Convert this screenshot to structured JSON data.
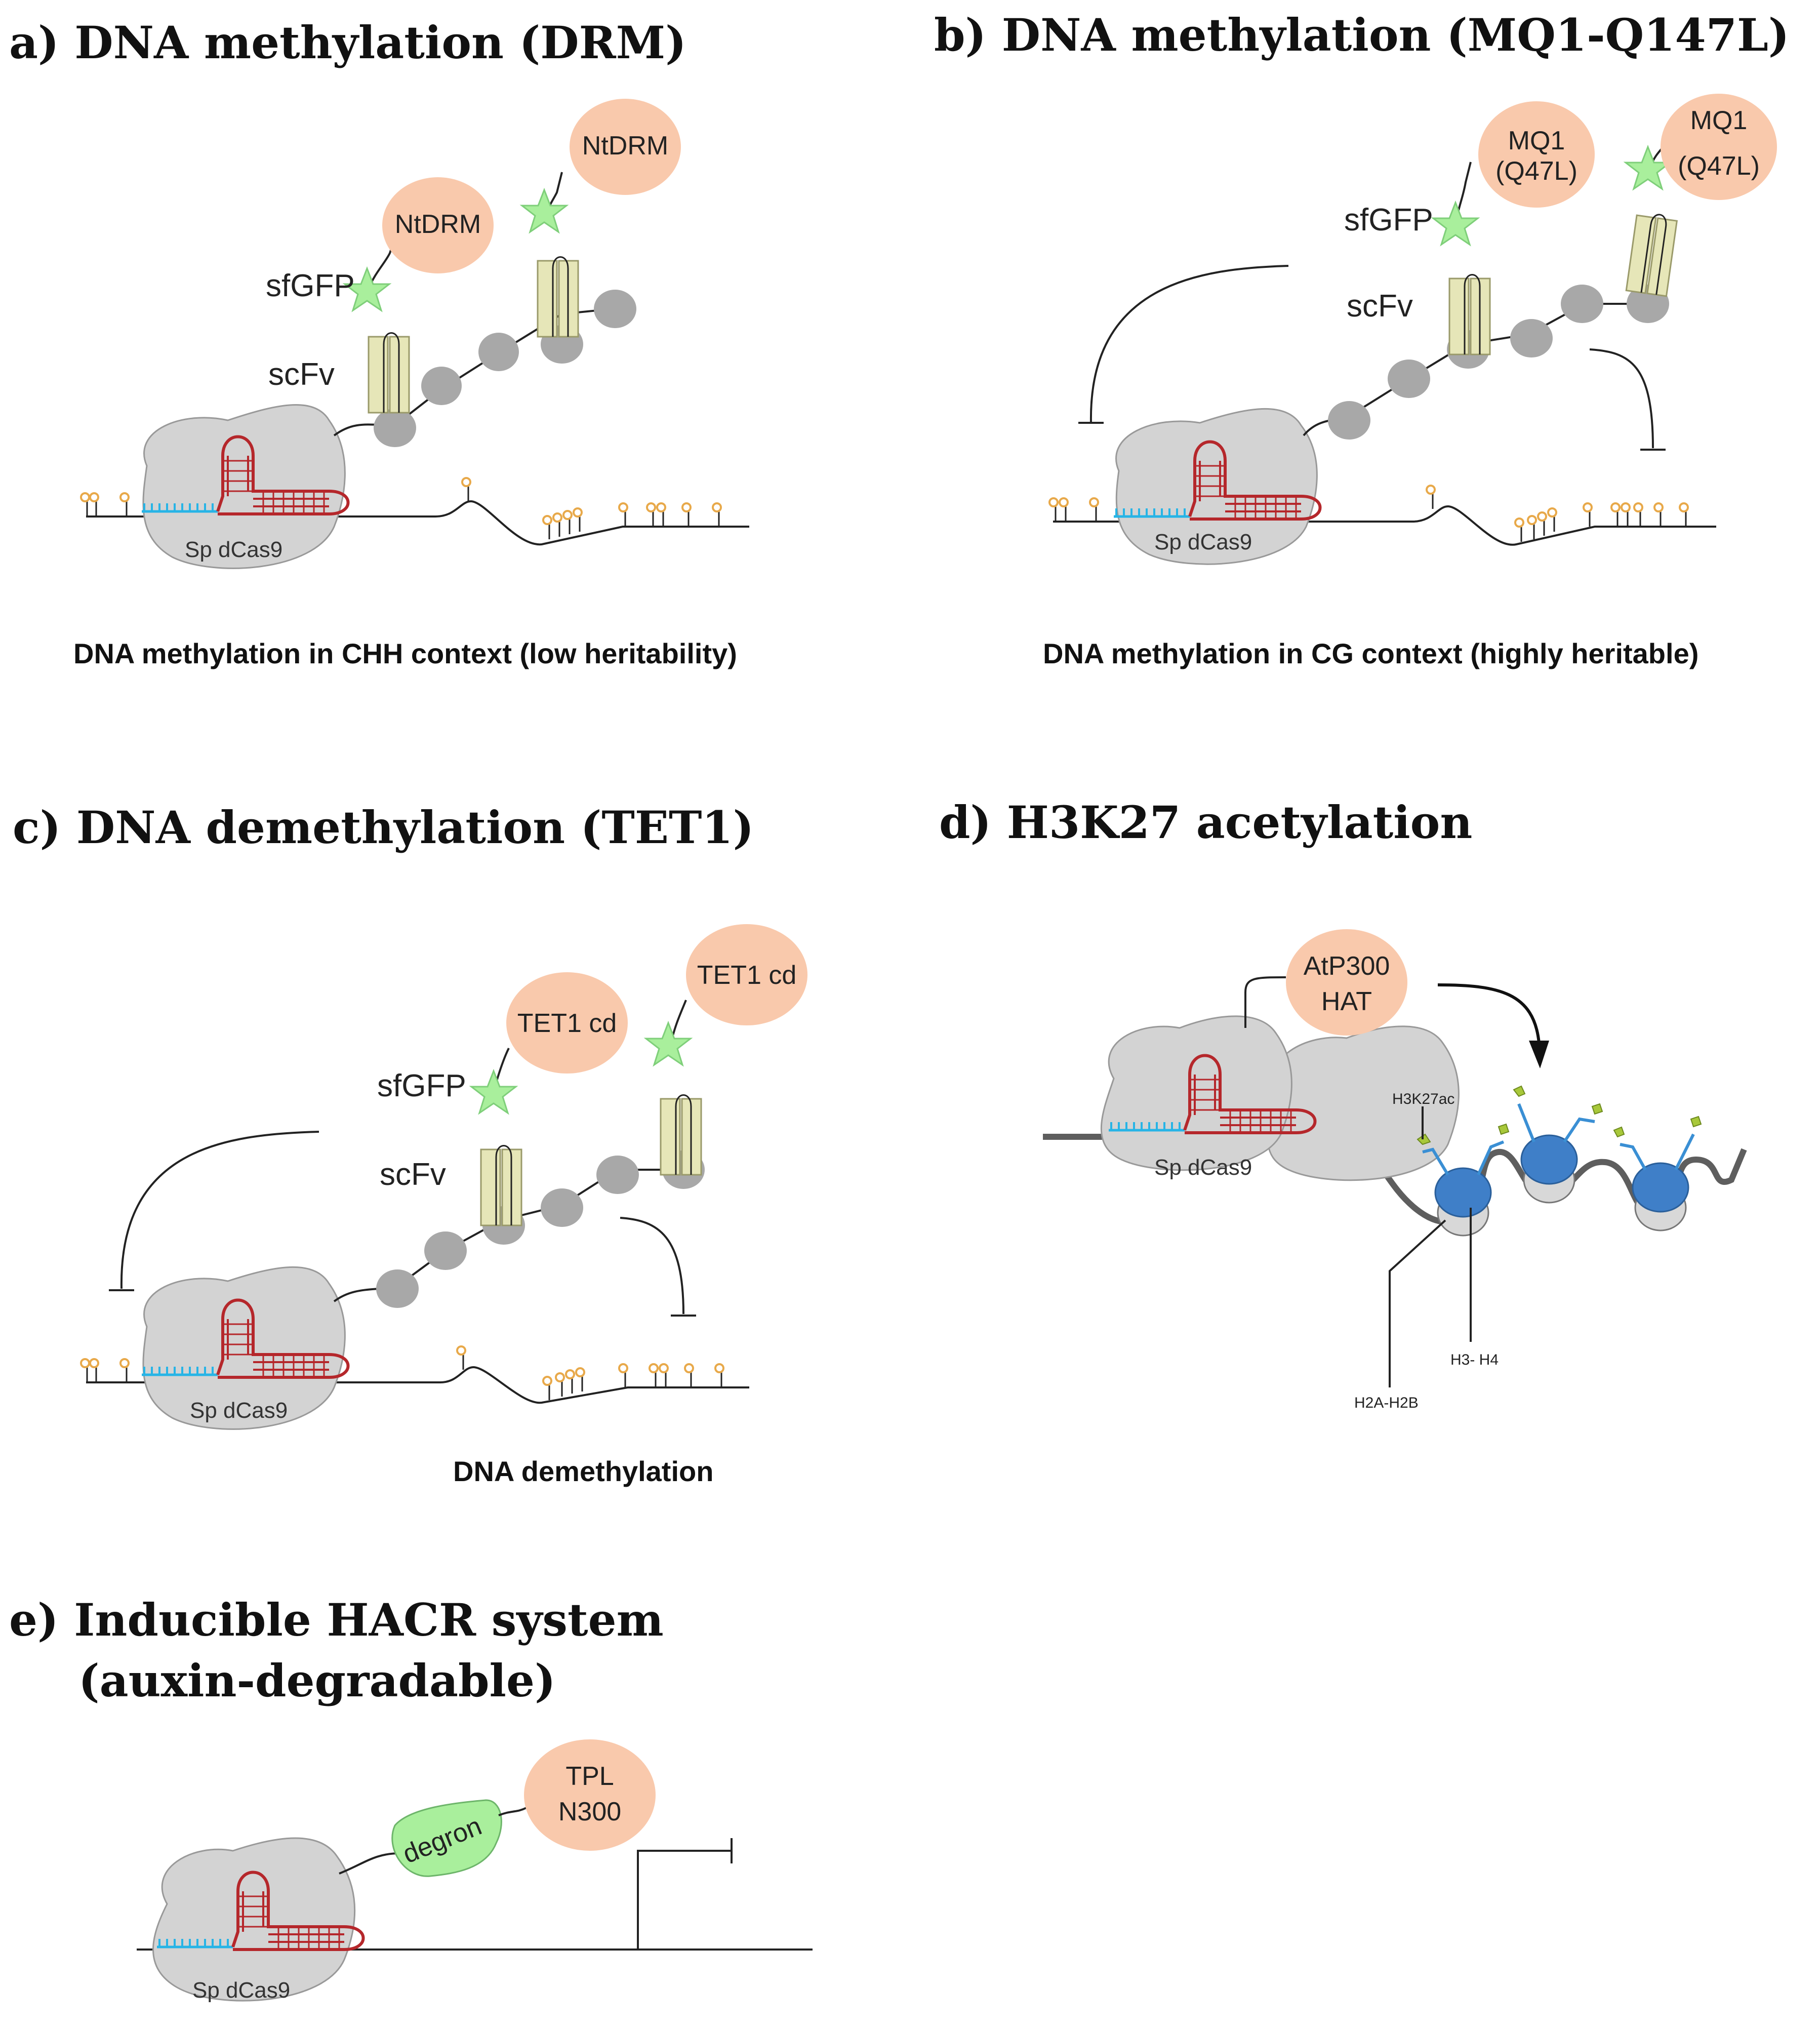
{
  "panels": {
    "a": {
      "heading": "a) DNA methylation (DRM)",
      "effector_1": "NtDRM",
      "effector_2": "NtDRM",
      "sfgfp": "sfGFP",
      "scfv": "scFv",
      "cas": "Sp  dCas9",
      "caption": "DNA methylation in CHH context (low heritability)"
    },
    "b": {
      "heading": "b) DNA methylation (MQ1-Q147L)",
      "effector_1_line1": "MQ1",
      "effector_1_line2": "(Q47L)",
      "effector_2_line1": "MQ1",
      "effector_2_line2": "(Q47L)",
      "sfgfp": "sfGFP",
      "scfv": "scFv",
      "cas": "Sp  dCas9",
      "caption": "DNA methylation in CG context (highly heritable)"
    },
    "c": {
      "heading": "c) DNA demethylation (TET1)",
      "effector_1": "TET1 cd",
      "effector_2": "TET1 cd",
      "sfgfp": "sfGFP",
      "scfv": "scFv",
      "cas": "Sp  dCas9",
      "caption": "DNA demethylation"
    },
    "d": {
      "heading": "d) H3K27 acetylation",
      "effector_line1": "AtP300",
      "effector_line2": "HAT",
      "cas": "Sp  dCas9",
      "mark_label": "H3K27ac",
      "h2a_label": "H2A-H2B",
      "h3_label": "H3- H4"
    },
    "e": {
      "heading_line1": "e) Inducible HACR system",
      "heading_line2": "(auxin-degradable)",
      "degron": "degron",
      "effector_line1": "TPL",
      "effector_line2": "N300",
      "cas": "Sp  dCas9"
    }
  },
  "colors": {
    "cas9": "#d3d3d3",
    "effector": "#f9c9ac",
    "gfp": "#a9ef9c",
    "scfv": "#e6e6b8",
    "suntag": "#a8a8a8",
    "sgrna": "#b5272b",
    "spacer": "#27b4e6",
    "methyl": "#e8a94a",
    "nucleosome": "#3f7fc8",
    "acetyl": "#a8c83a",
    "histone_tail": "#3a8fd4"
  }
}
